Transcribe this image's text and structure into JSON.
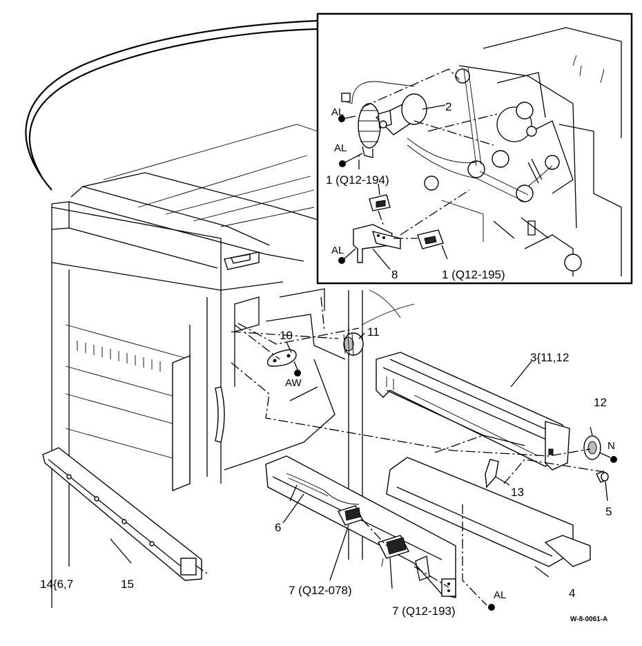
{
  "callouts": {
    "c2": "2",
    "c1_q12_194": "1 (Q12-194)",
    "c1_q12_195": "1 (Q12-195)",
    "c8": "8",
    "c10": "10",
    "c11": "11",
    "c3": "3{11,12",
    "c12": "12",
    "c13": "13",
    "c5": "5",
    "c6": "6",
    "c4": "4",
    "c7_q12_078": "7 (Q12-078)",
    "c7_q12_193": "7 (Q12-193)",
    "c14": "14{6,7",
    "c15": "15"
  },
  "fastener_codes": {
    "al_motor_top": "AL",
    "al_motor_bottom": "AL",
    "al_bracket": "AL",
    "aw": "AW",
    "n": "N",
    "al_bottom": "AL"
  },
  "figure_id": "W-8-0061-A"
}
